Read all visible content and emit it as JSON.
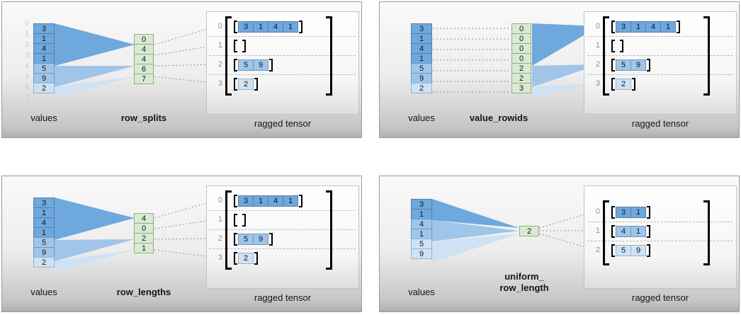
{
  "colors": {
    "blue_dark": "#6fa8dc",
    "blue_mid": "#9fc5e8",
    "blue_light": "#cfe2f3",
    "green": "#d9ead3"
  },
  "panels": [
    {
      "method": "row_splits",
      "values_label": "values",
      "tensor_label": "ragged tensor",
      "boundary_indices": [
        "0",
        "1",
        "2",
        "3",
        "4",
        "5",
        "6",
        "7"
      ],
      "values": [
        "3",
        "1",
        "4",
        "1",
        "5",
        "9",
        "2"
      ],
      "middle": [
        "0",
        "4",
        "4",
        "6",
        "7"
      ],
      "row_indices": [
        "0",
        "1",
        "2",
        "3"
      ],
      "rows": [
        [
          "3",
          "1",
          "4",
          "1"
        ],
        [],
        [
          "5",
          "9"
        ],
        [
          "2"
        ]
      ]
    },
    {
      "method": "value_rowids",
      "values_label": "values",
      "tensor_label": "ragged tensor",
      "values": [
        "3",
        "1",
        "4",
        "1",
        "5",
        "9",
        "2"
      ],
      "middle": [
        "0",
        "0",
        "0",
        "0",
        "2",
        "2",
        "3"
      ],
      "row_indices": [
        "0",
        "1",
        "2",
        "3"
      ],
      "rows": [
        [
          "3",
          "1",
          "4",
          "1"
        ],
        [],
        [
          "5",
          "9"
        ],
        [
          "2"
        ]
      ]
    },
    {
      "method": "row_lengths",
      "values_label": "values",
      "tensor_label": "ragged tensor",
      "values": [
        "3",
        "1",
        "4",
        "1",
        "5",
        "9",
        "2"
      ],
      "middle": [
        "4",
        "0",
        "2",
        "1"
      ],
      "row_indices": [
        "0",
        "1",
        "2",
        "3"
      ],
      "rows": [
        [
          "3",
          "1",
          "4",
          "1"
        ],
        [],
        [
          "5",
          "9"
        ],
        [
          "2"
        ]
      ]
    },
    {
      "method_line1": "uniform_",
      "method_line2": "row_length",
      "values_label": "values",
      "tensor_label": "ragged tensor",
      "values": [
        "3",
        "1",
        "4",
        "1",
        "5",
        "9"
      ],
      "middle": [
        "2"
      ],
      "row_indices": [
        "0",
        "1",
        "2"
      ],
      "rows": [
        [
          "3",
          "1"
        ],
        [
          "4",
          "1"
        ],
        [
          "5",
          "9"
        ]
      ]
    }
  ]
}
